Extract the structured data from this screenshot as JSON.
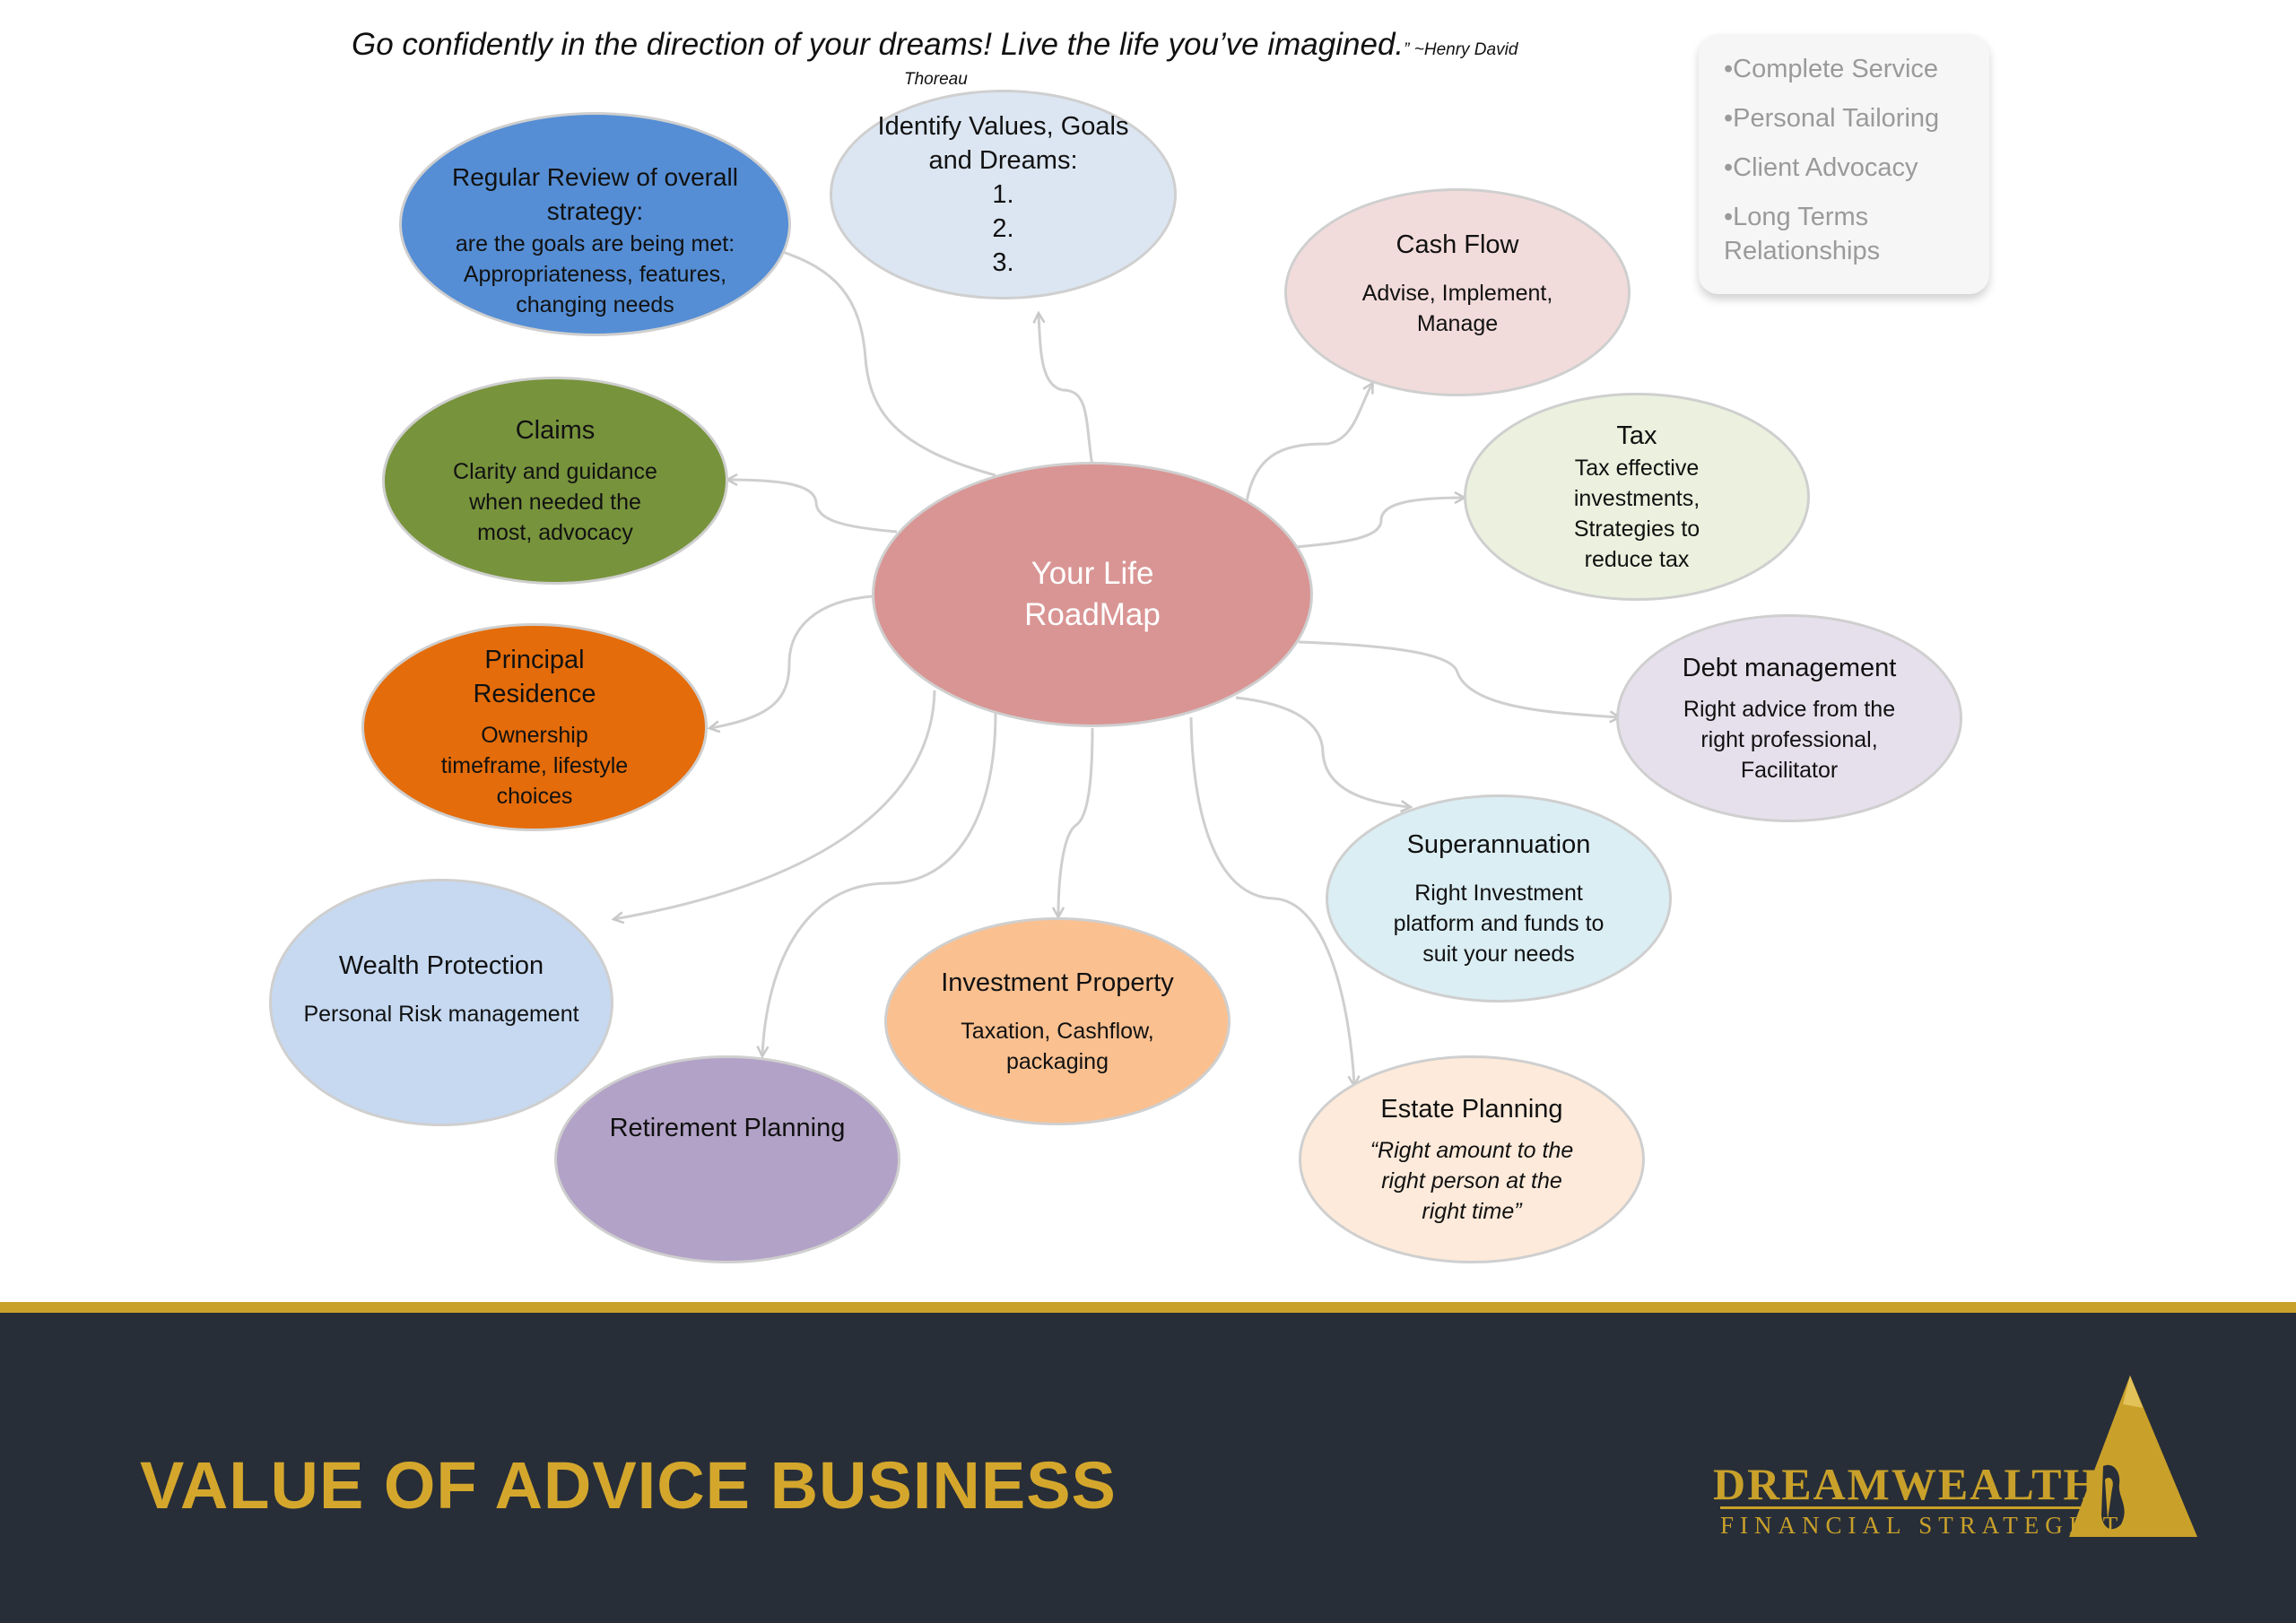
{
  "quote": {
    "text": "Go confidently in the direction of your dreams! Live the life you’ve imagined.",
    "author_line1": "” ~Henry David",
    "author_line2": "Thoreau"
  },
  "center": {
    "title": "Your Life RoadMap"
  },
  "nodes": {
    "regular_review": {
      "title": "Regular Review  of overall strategy:",
      "desc": "are the goals are being met: Appropriateness, features, changing needs"
    },
    "identify_values": {
      "title": "Identify Values, Goals and Dreams:",
      "items": [
        "1.",
        "2.",
        "3."
      ]
    },
    "cash_flow": {
      "title": "Cash Flow",
      "desc": "Advise, Implement, Manage"
    },
    "tax": {
      "title": "Tax",
      "desc": "Tax effective investments, Strategies to reduce tax"
    },
    "claims": {
      "title": "Claims",
      "desc": "Clarity and guidance when needed the most, advocacy"
    },
    "principal_residence": {
      "title": "Principal Residence",
      "desc": "Ownership timeframe, lifestyle choices"
    },
    "debt_management": {
      "title": "Debt management",
      "desc": "Right advice from the right professional, Facilitator"
    },
    "superannuation": {
      "title": "Superannuation",
      "desc": "Right Investment platform and  funds to suit your needs"
    },
    "wealth_protection": {
      "title": "Wealth Protection",
      "desc": "Personal Risk management"
    },
    "investment_property": {
      "title": "Investment Property",
      "desc": "Taxation, Cashflow, packaging"
    },
    "retirement_planning": {
      "title": "Retirement Planning"
    },
    "estate_planning": {
      "title": "Estate Planning",
      "desc": "“Right amount to the right person at the right time”"
    }
  },
  "bullets": [
    "•Complete Service",
    "•Personal Tailoring",
    "•Client Advocacy",
    "•Long Terms Relationships"
  ],
  "footer": {
    "title": "VALUE OF ADVICE BUSINESS"
  },
  "logo": {
    "brand": "DREAMWEALTH",
    "sub": "FINANCIAL STRATEGISTS"
  },
  "colors": {
    "center": "#d99594",
    "regular_review": "#558ed5",
    "identify_values": "#dce6f2",
    "cash_flow": "#f2dcdb",
    "tax": "#ebf1de",
    "claims": "#77933c",
    "principal_residence": "#e46c0a",
    "debt_management": "#e6e0ec",
    "superannuation": "#dbeef4",
    "wealth_protection": "#c6d9f1",
    "investment_property": "#fac090",
    "retirement_planning": "#b3a2c7",
    "estate_planning": "#fdeada",
    "footer_bg": "#282e38",
    "gold": "#c9a12a"
  }
}
